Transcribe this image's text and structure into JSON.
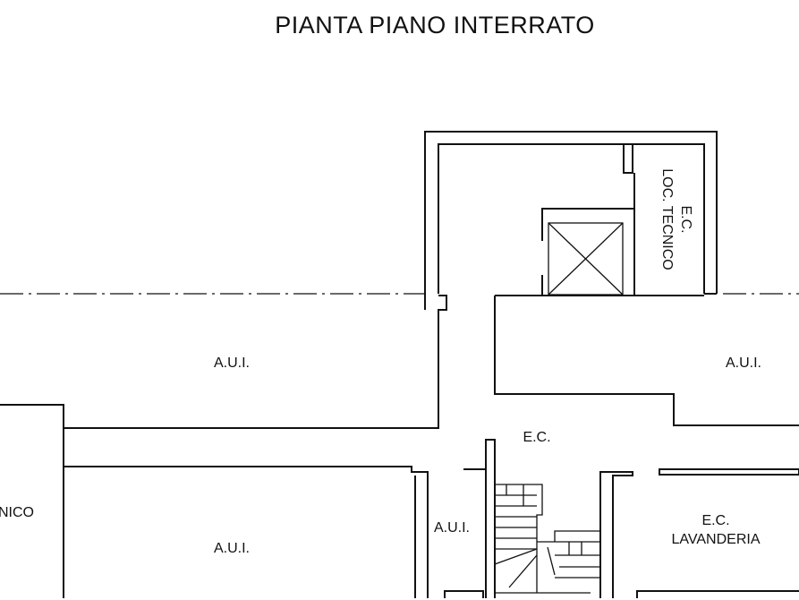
{
  "title": "PIANTA PIANO INTERRATO",
  "rooms": {
    "aui_left_upper": "A.U.I.",
    "aui_right_upper": "A.U.I.",
    "aui_left_lower": "A.U.I.",
    "aui_small": "A.U.I.",
    "ec_center": "E.C.",
    "lavanderia_ec": "E.C.",
    "lavanderia_name": "LAVANDERIA",
    "loc_tecnico_ec": "E.C.",
    "loc_tecnico_name": "LOC. TECNICO",
    "left_edge_fragment": "NICO"
  }
}
